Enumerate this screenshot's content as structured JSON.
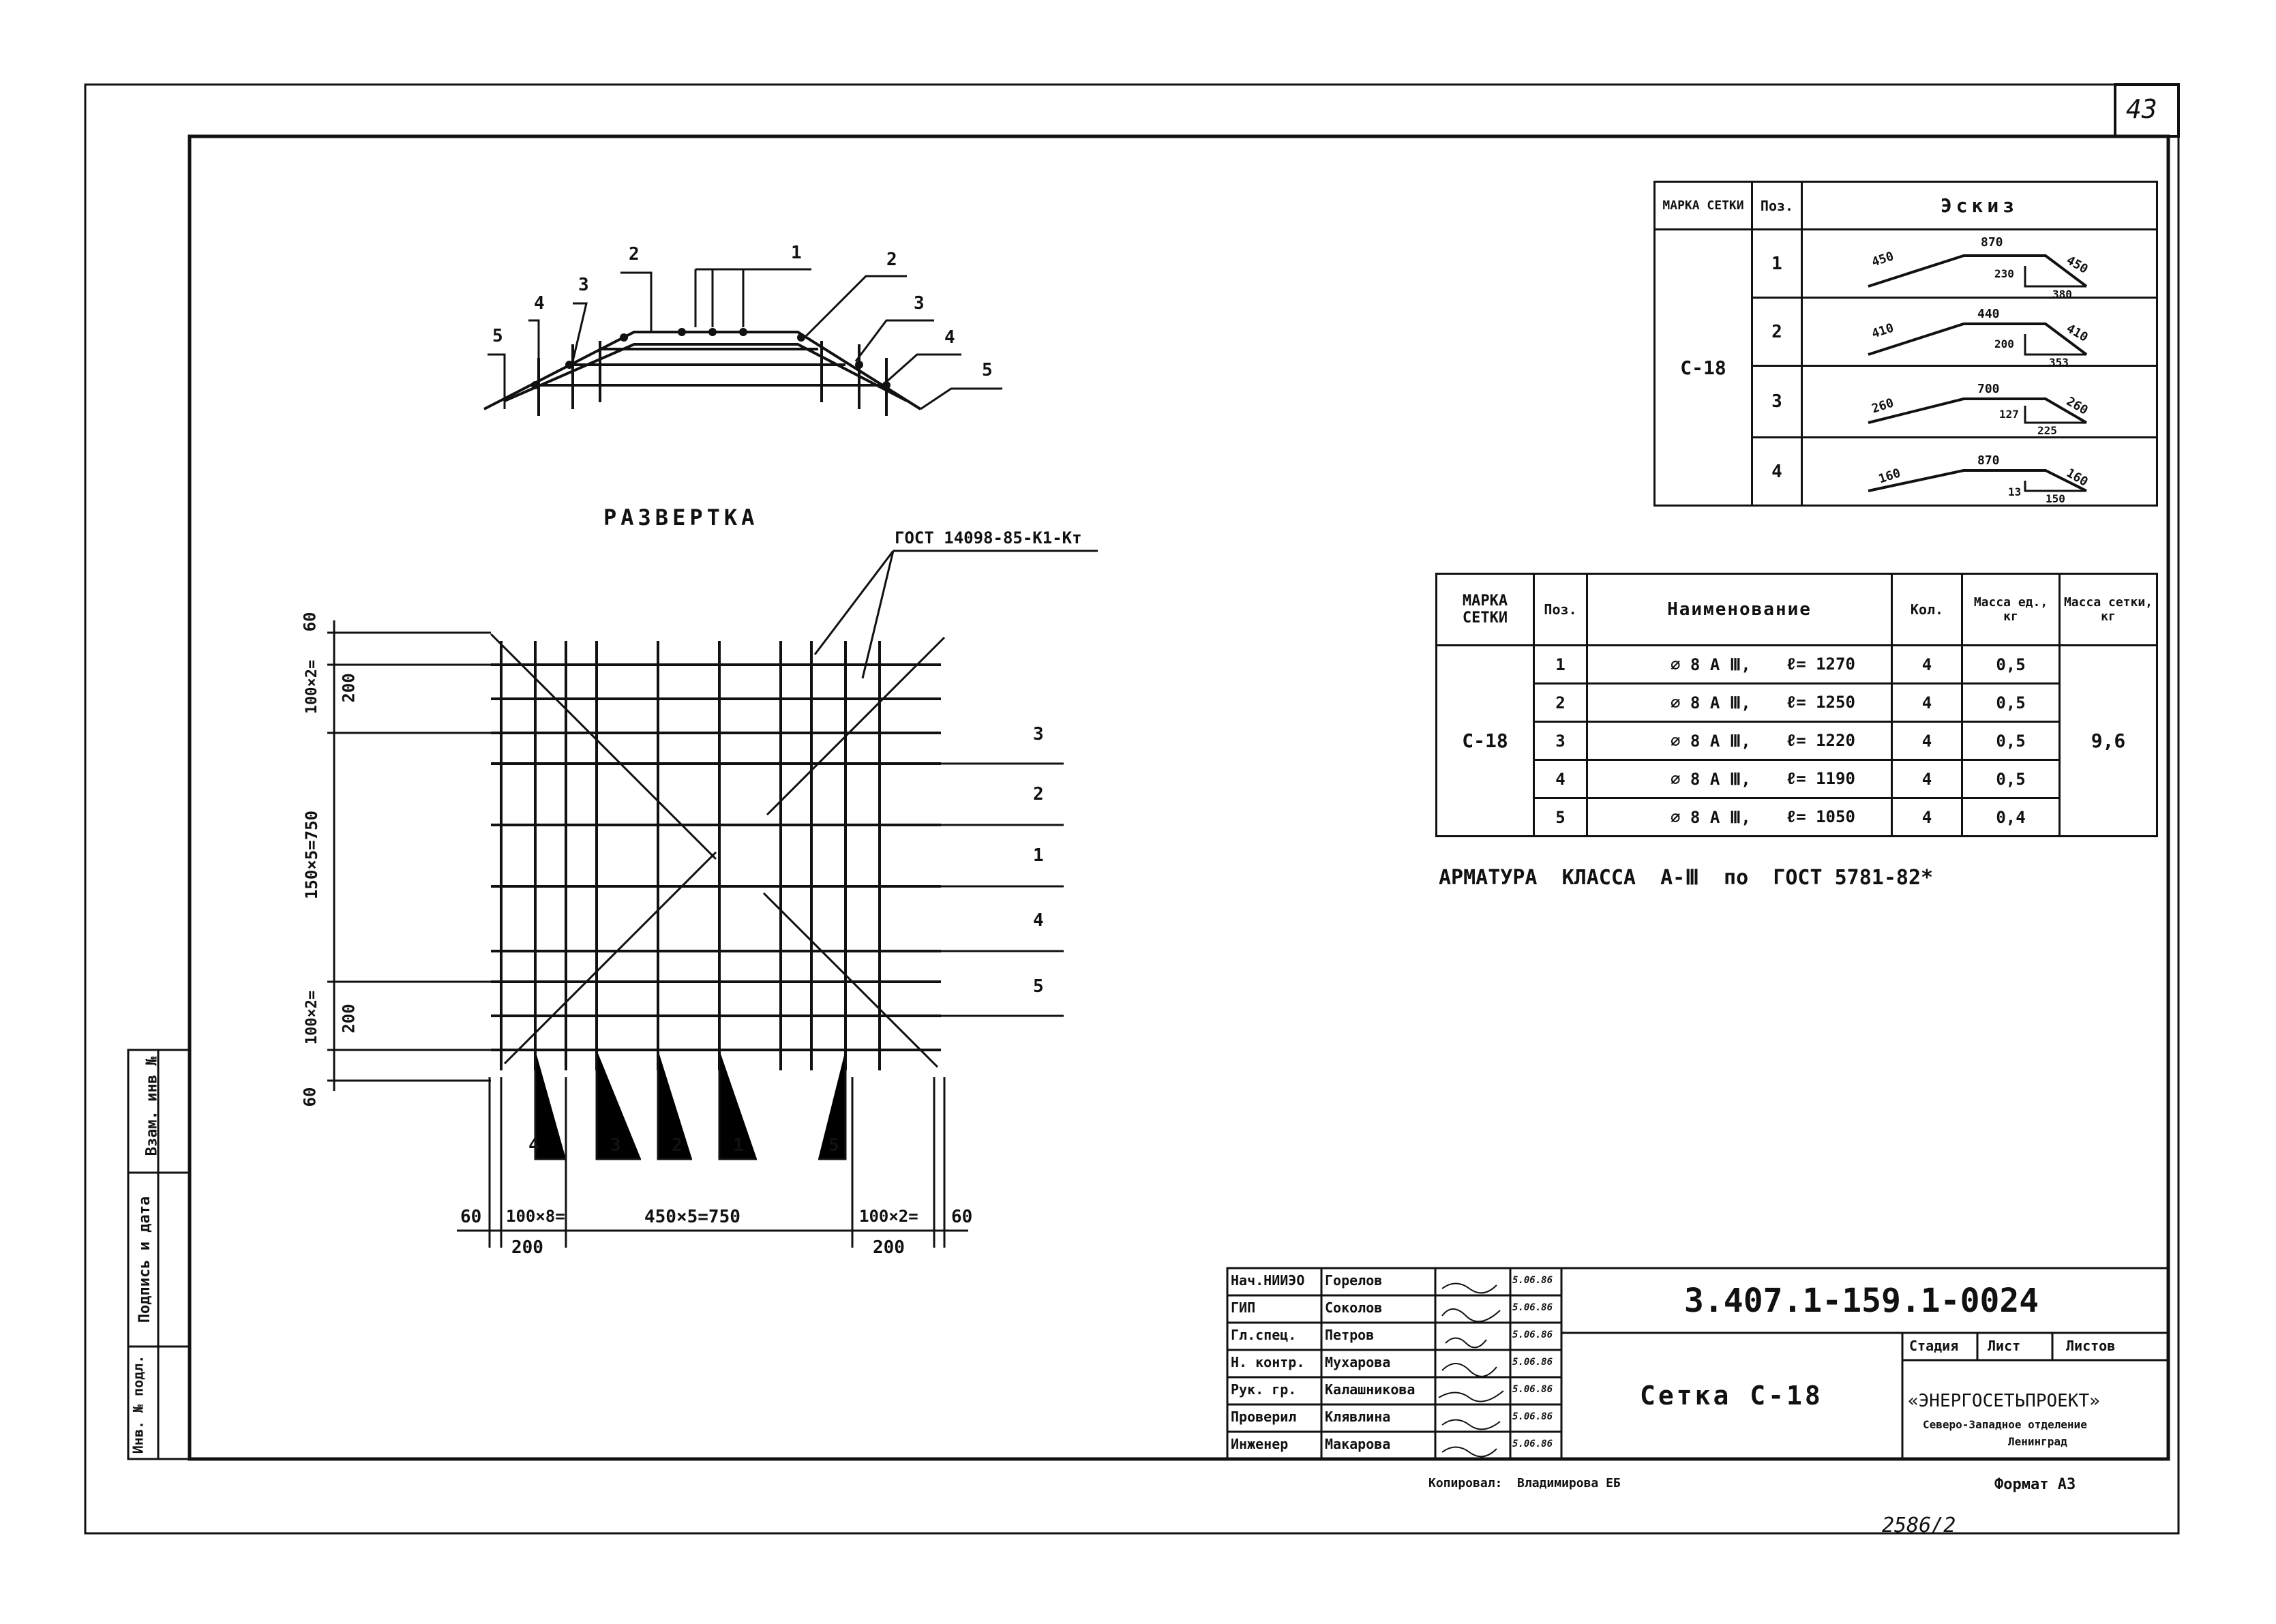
{
  "sheet_number": "43",
  "side_stamp": {
    "cells": [
      "Взам. инв №",
      "Подпись и дата",
      "Инв. № подл."
    ]
  },
  "section_view": {
    "labels": [
      "5",
      "4",
      "3",
      "2",
      "1",
      "2",
      "3",
      "4",
      "5"
    ]
  },
  "development": {
    "title": "РАЗВЕРТКА",
    "gost_note": "ГОСТ 14098-85-К1-Кт",
    "left_dims": [
      "60",
      "100×2=",
      "200",
      "150×5=750",
      "100×2=",
      "200",
      "60"
    ],
    "right_labels": [
      "3",
      "2",
      "1",
      "4",
      "5"
    ],
    "bottom_labels": [
      "4",
      "3",
      "2",
      "1",
      "5"
    ],
    "bottom_dims": [
      "60",
      "100×8=",
      "200",
      "450×5=750",
      "100×2=",
      "200",
      "60"
    ]
  },
  "sketch_table": {
    "headers": [
      "МАРКА СЕТКИ",
      "Поз.",
      "Эскиз"
    ],
    "mark": "С-18",
    "rows": [
      {
        "pos": "1",
        "dims": [
          "450",
          "870",
          "230",
          "450",
          "380"
        ]
      },
      {
        "pos": "2",
        "dims": [
          "410",
          "440",
          "200",
          "410",
          "353"
        ]
      },
      {
        "pos": "3",
        "dims": [
          "260",
          "700",
          "127",
          "260",
          "225"
        ]
      },
      {
        "pos": "4",
        "dims": [
          "160",
          "870",
          "13",
          "160",
          "150"
        ]
      }
    ]
  },
  "spec_table": {
    "headers": [
      "МАРКА СЕТКИ",
      "Поз.",
      "Наименование",
      "Кол.",
      "Масса ед., кг",
      "Масса сетки, кг"
    ],
    "mark": "С-18",
    "total_mass": "9,6",
    "rows": [
      {
        "pos": "1",
        "name": "⌀ 8 А Ⅲ,",
        "len": "ℓ= 1270",
        "qty": "4",
        "mass": "0,5"
      },
      {
        "pos": "2",
        "name": "⌀ 8 А Ⅲ,",
        "len": "ℓ= 1250",
        "qty": "4",
        "mass": "0,5"
      },
      {
        "pos": "3",
        "name": "⌀ 8 А Ⅲ,",
        "len": "ℓ= 1220",
        "qty": "4",
        "mass": "0,5"
      },
      {
        "pos": "4",
        "name": "⌀ 8 А Ⅲ,",
        "len": "ℓ= 1190",
        "qty": "4",
        "mass": "0,5"
      },
      {
        "pos": "5",
        "name": "⌀ 8 А Ⅲ,",
        "len": "ℓ= 1050",
        "qty": "4",
        "mass": "0,4"
      }
    ],
    "note": "АРМАТУРА  КЛАССА  А-Ⅲ  по  ГОСТ 5781-82*"
  },
  "title_block": {
    "doc_code": "3.407.1-159.1-0024",
    "sheet_title": "Сетка С-18",
    "stage_headers": [
      "Стадия",
      "Лист",
      "Листов"
    ],
    "org": "«ЭНЕРГОСЕТЬПРОЕКТ»",
    "org_sub": "Северо-Западное отделение",
    "org_city": "Ленинград",
    "people": [
      {
        "role": "Нач.НИИЭО",
        "name": "Горелов",
        "date": "5.06.86"
      },
      {
        "role": "ГИП",
        "name": "Соколов",
        "date": "5.06.86"
      },
      {
        "role": "Гл.спец.",
        "name": "Петров",
        "date": "5.06.86"
      },
      {
        "role": "Н. контр.",
        "name": "Мухарова",
        "date": "5.06.86"
      },
      {
        "role": "Рук. гр.",
        "name": "Калашникова",
        "date": "5.06.86"
      },
      {
        "role": "Проверил",
        "name": "Клявлина",
        "date": "5.06.86"
      },
      {
        "role": "Инженер",
        "name": "Макарова",
        "date": "5.06.86"
      }
    ],
    "copied_by": "Копировал:  Владимирова ЕБ",
    "format": "Формат А3",
    "archive_no": "2586/2"
  }
}
